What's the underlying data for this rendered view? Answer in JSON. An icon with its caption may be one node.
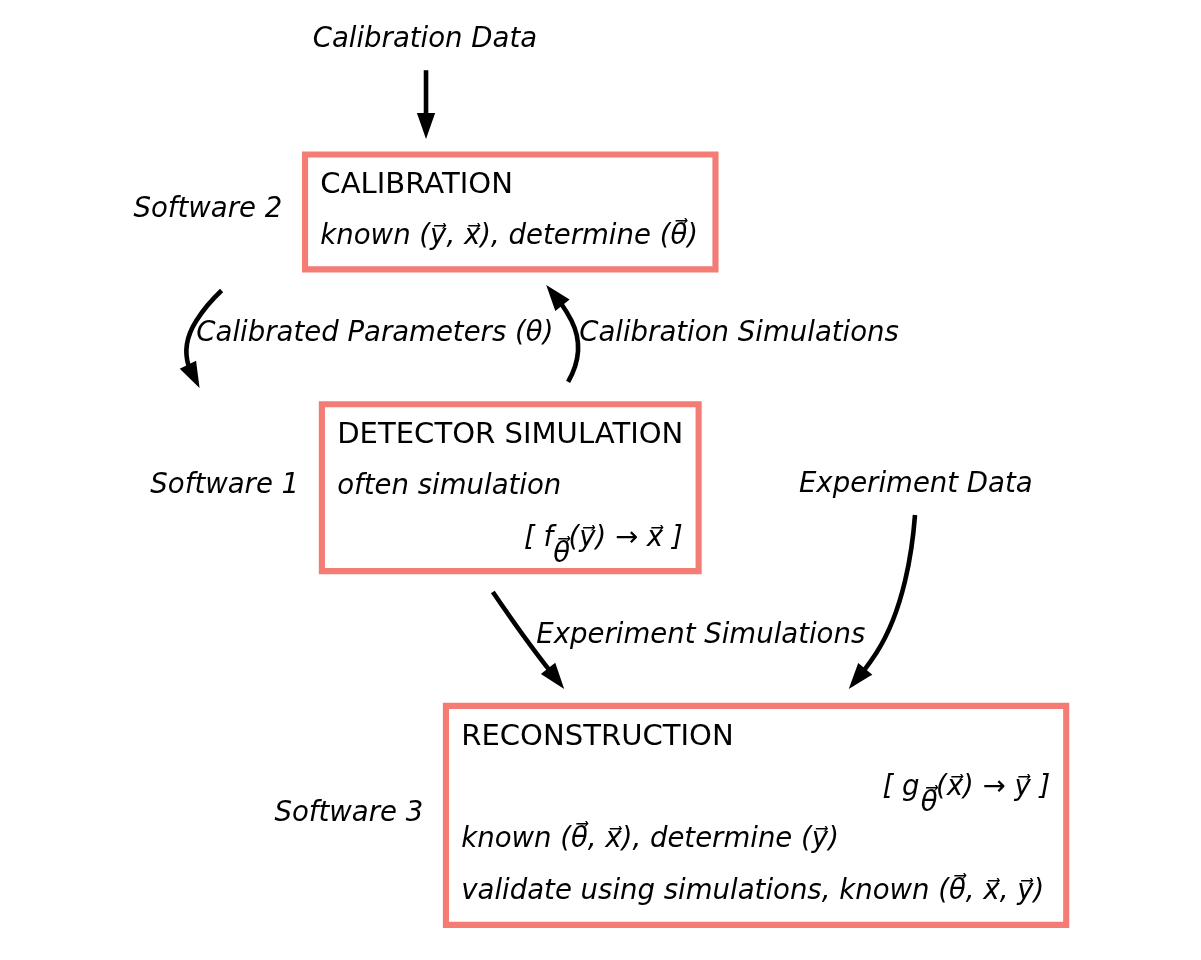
{
  "diagram": {
    "nodes": [
      {
        "text": [
          "Calibration Data"
        ]
      },
      {
        "text": [
          "CALIBRATION",
          "known (y⃗, x⃗), determine (θ⃗)"
        ],
        "beside": [
          "Software 2"
        ]
      },
      {
        "text": [
          "DETECTOR SIMULATION",
          "often simulation",
          "[ f$_{θ⃗}$(y⃗) → x⃗ ]"
        ],
        "beside": [
          "Software 1"
        ]
      },
      {
        "text": [
          "Experiment Data"
        ]
      },
      {
        "text": [
          "RECONSTRUCTION",
          "[ g$_{θ⃗}$(x⃗) → y⃗ ]",
          "known (θ⃗, x⃗), determine (y⃗)",
          "validate using simulations, known (θ⃗, x⃗, y⃗)"
        ],
        "beside": [
          "Software 3"
        ]
      }
    ],
    "edges": [
      {
        "from": 0,
        "to": 1,
        "arrow": "to"
      },
      {
        "from": 2,
        "to": 1,
        "arrow": "to",
        "label": "Calibration Simulations"
      },
      {
        "from": 1,
        "to": 2,
        "arrow": "to",
        "label": "Calibrated Parameters (θ)"
      },
      {
        "from": 2,
        "to": 4,
        "arrow": "to",
        "label": "Experiment Simulations"
      },
      {
        "from": 3,
        "to": 4,
        "arrow": "to"
      }
    ]
  }
}
